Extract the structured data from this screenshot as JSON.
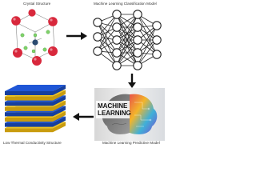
{
  "labels": {
    "crystal": "Crystal Structure",
    "classification": "Machine Learning Classification Model",
    "predictive": "Machine Learning Predictive Model",
    "low_thermal": "Low Thermal Conductivity Structure"
  },
  "brain_text": {
    "line1": "MACHINE",
    "line2": "LEARNING"
  },
  "flow_order": [
    "crystal",
    "classification",
    "predictive",
    "low_thermal"
  ],
  "colors": {
    "arrow": "#111111",
    "nn_node": "#ffffff",
    "nn_edge": "#222222",
    "atom_red": "#d8283c",
    "atom_green": "#7fd36a",
    "atom_blue": "#2a4a70",
    "layer_blue": "#1f56d6",
    "layer_yellow": "#f2c61c"
  }
}
